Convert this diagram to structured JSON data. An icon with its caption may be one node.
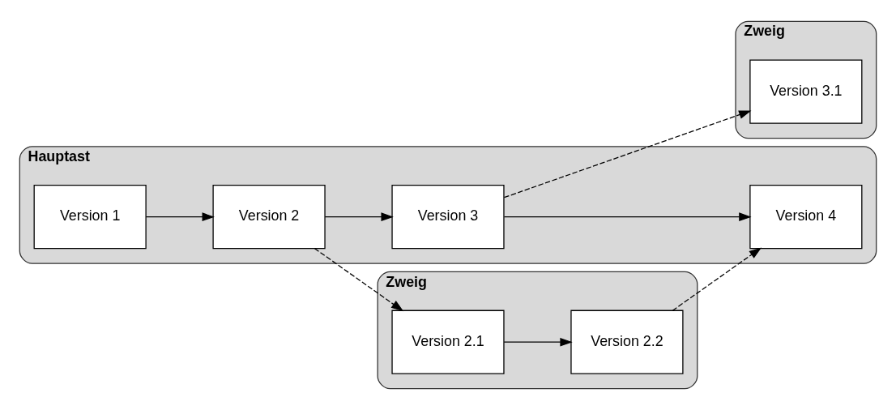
{
  "diagram": {
    "nodes": [
      {
        "text": [
          "Zweig"
        ]
      },
      {
        "text": [
          "Version 3.1"
        ],
        "in": 0
      },
      {
        "text": [
          "Hauptast"
        ]
      },
      {
        "text": [
          "Version 1"
        ],
        "in": 2
      },
      {
        "text": [
          "Version 2"
        ],
        "in": 2
      },
      {
        "text": [
          "Version 3"
        ],
        "in": 2
      },
      {
        "text": [
          "Version 4"
        ],
        "in": 2
      },
      {
        "text": [
          "Zweig"
        ]
      },
      {
        "text": [
          "Version 2.1"
        ],
        "in": 7
      },
      {
        "text": [
          "Version 2.2"
        ],
        "in": 7
      }
    ],
    "edges": [
      {
        "from": 3,
        "to": 4,
        "arrow": "to"
      },
      {
        "from": 4,
        "to": 5,
        "arrow": "to"
      },
      {
        "from": 5,
        "to": 6,
        "arrow": "to"
      },
      {
        "from": 5,
        "to": 1,
        "arrow": "to",
        "style": "dashed"
      },
      {
        "from": 4,
        "to": 8,
        "arrow": "to",
        "style": "dashed"
      },
      {
        "from": 8,
        "to": 9,
        "arrow": "to"
      },
      {
        "from": 9,
        "to": 6,
        "arrow": "to",
        "style": "dashed"
      }
    ]
  }
}
